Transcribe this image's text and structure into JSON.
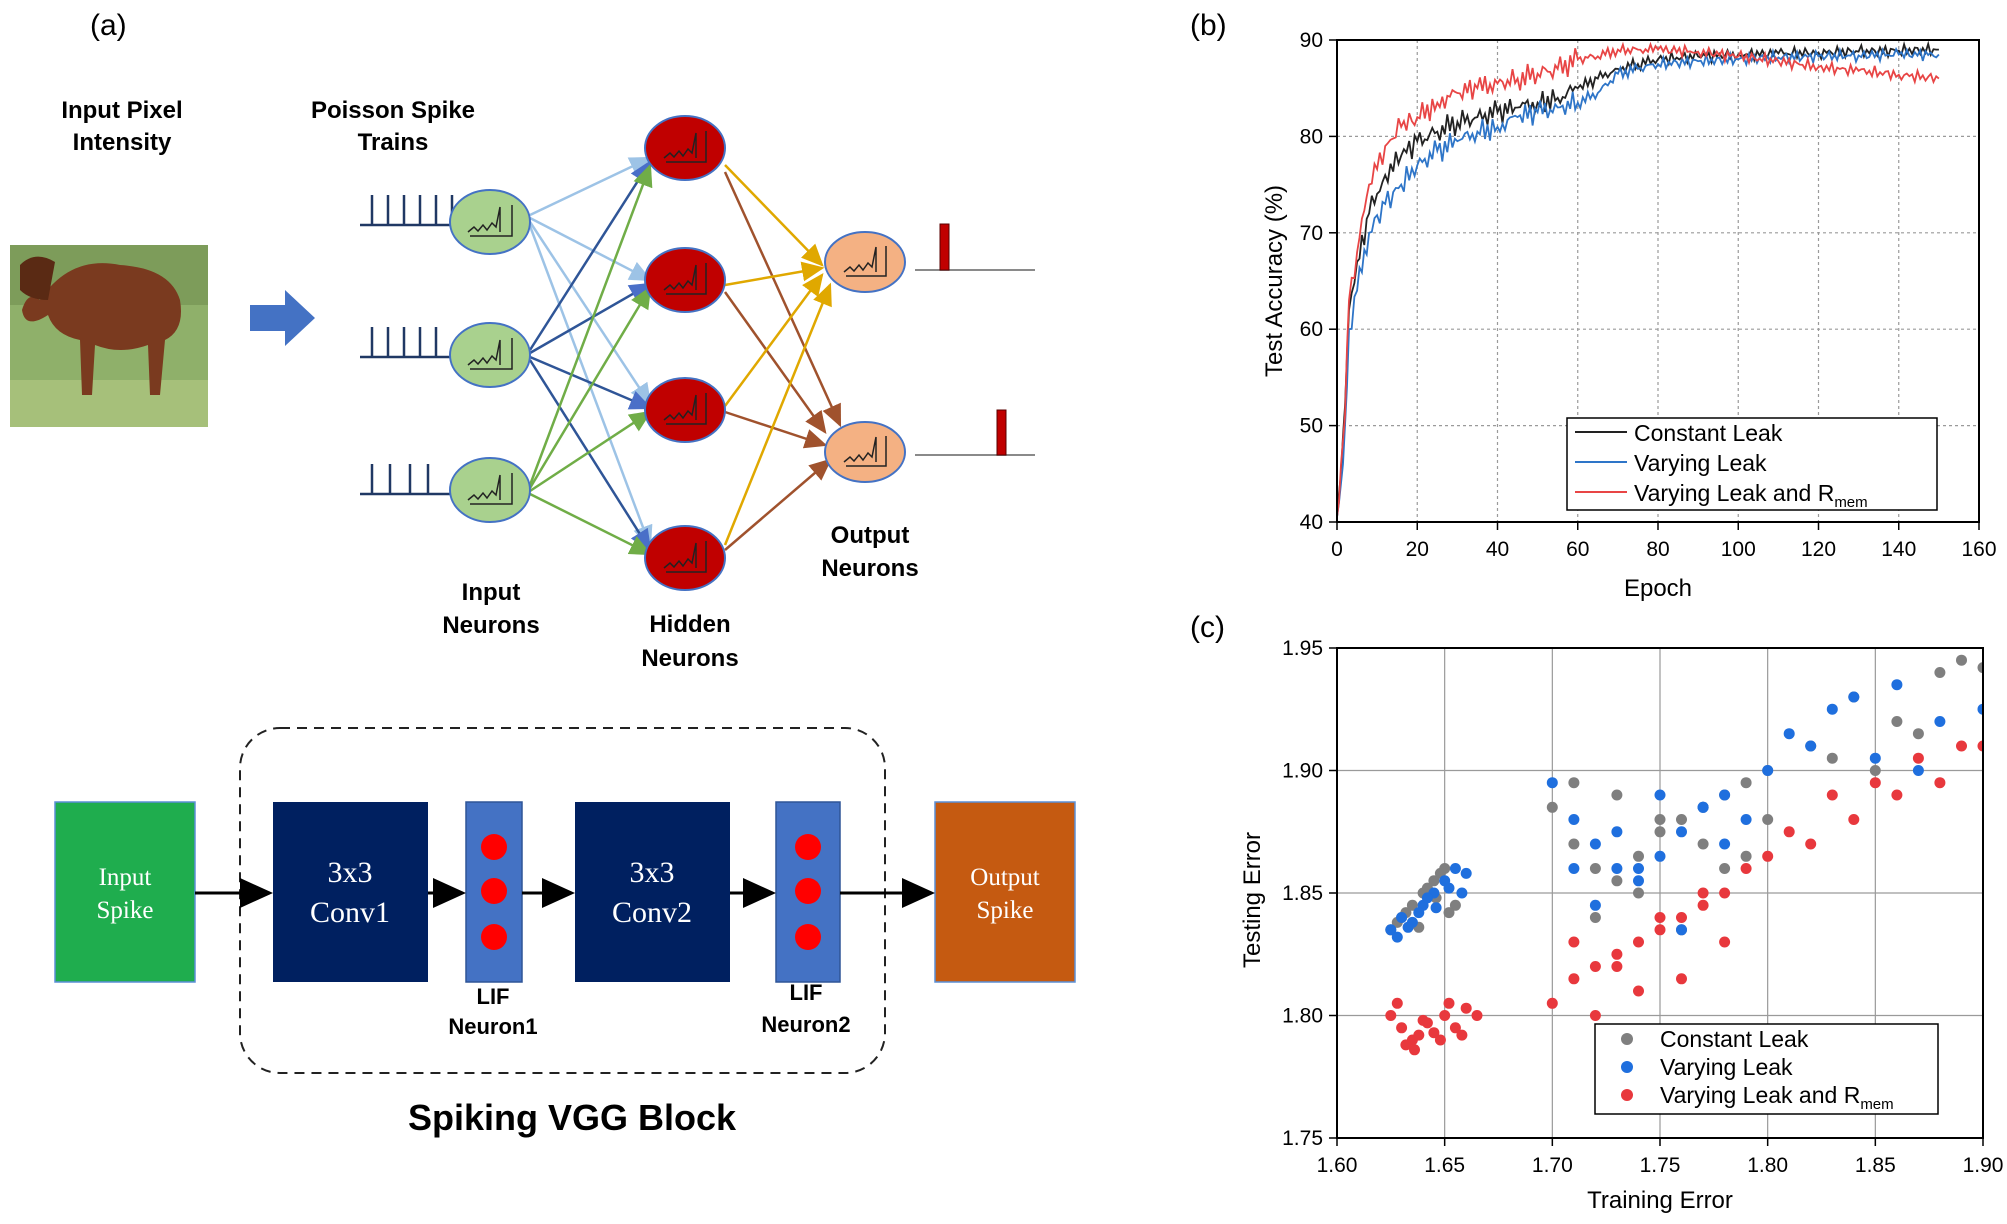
{
  "panel_a": {
    "label": "(a)",
    "input_pixel_label": [
      "Input Pixel",
      "Intensity"
    ],
    "poisson_label": [
      "Poisson Spike",
      "Trains"
    ],
    "input_neurons_label": [
      "Input",
      "Neurons"
    ],
    "hidden_neurons_label": [
      "Hidden",
      "Neurons"
    ],
    "output_neurons_label": [
      "Output",
      "Neurons"
    ],
    "colors": {
      "input_neuron": "#a9d18e",
      "hidden_neuron": "#c00000",
      "output_neuron": "#f4b183",
      "arrow": "#4472c4"
    }
  },
  "vgg_block": {
    "title": "Spiking VGG Block",
    "input_spike": [
      "Input",
      "Spike"
    ],
    "conv1": [
      "3x3",
      "Conv1"
    ],
    "conv2": [
      "3x3",
      "Conv2"
    ],
    "lif1": [
      "LIF",
      "Neuron1"
    ],
    "lif2": [
      "LIF",
      "Neuron2"
    ],
    "output_spike": [
      "Output",
      "Spike"
    ],
    "colors": {
      "input": "#1fad4e",
      "conv": "#002060",
      "lif": "#4472c4",
      "dot": "#ff0000",
      "output": "#c55a11"
    }
  },
  "chart_data": [
    {
      "panel_label": "(b)",
      "type": "line",
      "xlabel": "Epoch",
      "ylabel": "Test Accuracy (%)",
      "xlim": [
        0,
        160
      ],
      "ylim": [
        40,
        90
      ],
      "xticks": [
        0,
        20,
        40,
        60,
        80,
        100,
        120,
        140,
        160
      ],
      "yticks": [
        40,
        50,
        60,
        70,
        80,
        90
      ],
      "grid": true,
      "legend_position": "bottom-right",
      "series": [
        {
          "name": "Constant Leak",
          "color": "#222222",
          "x": [
            0,
            1,
            2,
            3,
            5,
            8,
            12,
            16,
            20,
            25,
            30,
            35,
            40,
            45,
            50,
            55,
            60,
            65,
            70,
            75,
            80,
            90,
            100,
            110,
            120,
            130,
            140,
            150
          ],
          "y": [
            40.5,
            45,
            52,
            62,
            67,
            72,
            76,
            78,
            79.5,
            80.5,
            81.5,
            82,
            82.5,
            83,
            83.5,
            84,
            85,
            86,
            87,
            87.5,
            88,
            88.3,
            88.5,
            88.6,
            88.7,
            88.8,
            88.9,
            89
          ]
        },
        {
          "name": "Varying Leak",
          "color": "#2e75c8",
          "x": [
            0,
            1,
            2,
            3,
            5,
            8,
            12,
            16,
            20,
            25,
            30,
            35,
            40,
            45,
            50,
            55,
            60,
            65,
            70,
            75,
            80,
            90,
            100,
            110,
            120,
            130,
            140,
            150
          ],
          "y": [
            40.5,
            44,
            50,
            60,
            64,
            70,
            73,
            75,
            77,
            78.5,
            79.5,
            80.5,
            81,
            82,
            82.5,
            83,
            83.5,
            84.5,
            86.5,
            87,
            87.5,
            87.8,
            88,
            88.2,
            88.3,
            88.4,
            88.5,
            88.5
          ]
        },
        {
          "name": "Varying Leak and R",
          "name_sub": "mem",
          "color": "#e84545",
          "x": [
            0,
            1,
            2,
            3,
            5,
            8,
            12,
            16,
            20,
            25,
            30,
            35,
            40,
            45,
            50,
            55,
            60,
            65,
            70,
            75,
            80,
            90,
            100,
            110,
            120,
            130,
            140,
            150
          ],
          "y": [
            40.5,
            46,
            51,
            63,
            68,
            75,
            79,
            81,
            82,
            83.5,
            84.5,
            85,
            85.5,
            86,
            86.5,
            87,
            88,
            88.3,
            89,
            89,
            89,
            88.8,
            88.3,
            87.8,
            87.2,
            86.8,
            86.4,
            86
          ]
        }
      ]
    },
    {
      "panel_label": "(c)",
      "type": "scatter",
      "xlabel": "Training Error",
      "ylabel": "Testing Error",
      "xlim": [
        1.6,
        1.9
      ],
      "ylim": [
        1.75,
        1.95
      ],
      "xticks": [
        "1.60",
        "1.65",
        "1.70",
        "1.75",
        "1.80",
        "1.85",
        "1.90"
      ],
      "yticks": [
        "1.75",
        "1.80",
        "1.85",
        "1.90",
        "1.95"
      ],
      "grid": true,
      "legend_position": "bottom-right",
      "series": [
        {
          "name": "Constant Leak",
          "color": "#7f7f7f",
          "x": [
            1.625,
            1.63,
            1.635,
            1.64,
            1.645,
            1.65,
            1.655,
            1.628,
            1.642,
            1.652,
            1.638,
            1.646,
            1.632,
            1.648,
            1.7,
            1.71,
            1.72,
            1.73,
            1.74,
            1.75,
            1.76,
            1.77,
            1.78,
            1.79,
            1.8,
            1.72,
            1.74,
            1.76,
            1.78,
            1.8,
            1.82,
            1.84,
            1.86,
            1.88,
            1.9,
            1.71,
            1.73,
            1.75,
            1.77,
            1.79,
            1.83,
            1.85,
            1.87,
            1.89
          ],
          "y": [
            1.835,
            1.84,
            1.845,
            1.85,
            1.855,
            1.86,
            1.845,
            1.838,
            1.852,
            1.842,
            1.836,
            1.848,
            1.842,
            1.858,
            1.885,
            1.87,
            1.86,
            1.855,
            1.865,
            1.875,
            1.88,
            1.885,
            1.89,
            1.895,
            1.9,
            1.84,
            1.85,
            1.835,
            1.86,
            1.88,
            1.91,
            1.93,
            1.92,
            1.94,
            1.942,
            1.895,
            1.89,
            1.88,
            1.87,
            1.865,
            1.905,
            1.9,
            1.915,
            1.945
          ]
        },
        {
          "name": "Varying Leak",
          "color": "#1f6fde",
          "x": [
            1.625,
            1.63,
            1.635,
            1.64,
            1.645,
            1.65,
            1.655,
            1.66,
            1.628,
            1.642,
            1.652,
            1.638,
            1.646,
            1.658,
            1.633,
            1.7,
            1.71,
            1.72,
            1.73,
            1.74,
            1.75,
            1.76,
            1.77,
            1.78,
            1.79,
            1.8,
            1.72,
            1.74,
            1.76,
            1.78,
            1.82,
            1.84,
            1.86,
            1.88,
            1.9,
            1.71,
            1.73,
            1.75,
            1.77,
            1.81,
            1.83,
            1.85,
            1.87
          ],
          "y": [
            1.835,
            1.84,
            1.838,
            1.845,
            1.85,
            1.855,
            1.86,
            1.858,
            1.832,
            1.848,
            1.852,
            1.842,
            1.844,
            1.85,
            1.836,
            1.895,
            1.88,
            1.87,
            1.86,
            1.855,
            1.865,
            1.875,
            1.885,
            1.89,
            1.88,
            1.9,
            1.845,
            1.86,
            1.835,
            1.87,
            1.91,
            1.93,
            1.935,
            1.92,
            1.925,
            1.86,
            1.875,
            1.89,
            1.885,
            1.915,
            1.925,
            1.905,
            1.9
          ]
        },
        {
          "name": "Varying Leak and R",
          "name_sub": "mem",
          "color": "#e8383d",
          "x": [
            1.625,
            1.63,
            1.635,
            1.64,
            1.645,
            1.65,
            1.655,
            1.66,
            1.665,
            1.628,
            1.632,
            1.638,
            1.642,
            1.648,
            1.652,
            1.658,
            1.636,
            1.7,
            1.71,
            1.72,
            1.73,
            1.74,
            1.75,
            1.76,
            1.77,
            1.78,
            1.79,
            1.8,
            1.72,
            1.74,
            1.76,
            1.78,
            1.82,
            1.84,
            1.86,
            1.88,
            1.9,
            1.71,
            1.73,
            1.75,
            1.77,
            1.81,
            1.83,
            1.85,
            1.87,
            1.89
          ],
          "y": [
            1.8,
            1.795,
            1.79,
            1.798,
            1.793,
            1.8,
            1.795,
            1.803,
            1.8,
            1.805,
            1.788,
            1.792,
            1.797,
            1.79,
            1.805,
            1.792,
            1.786,
            1.805,
            1.815,
            1.82,
            1.825,
            1.83,
            1.835,
            1.84,
            1.845,
            1.85,
            1.86,
            1.865,
            1.8,
            1.81,
            1.815,
            1.83,
            1.87,
            1.88,
            1.89,
            1.895,
            1.91,
            1.83,
            1.82,
            1.84,
            1.85,
            1.875,
            1.89,
            1.895,
            1.905,
            1.91
          ]
        }
      ]
    }
  ]
}
